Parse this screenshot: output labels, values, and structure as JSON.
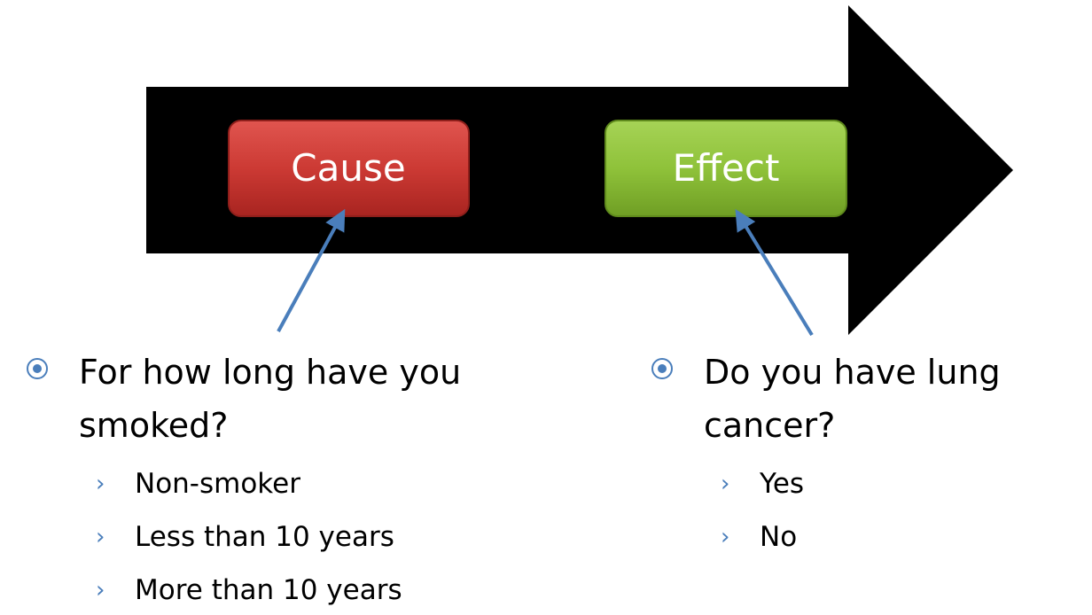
{
  "diagram": {
    "cause_label": "Cause",
    "effect_label": "Effect",
    "colors": {
      "arrow": "#000000",
      "cause_box": "#c0302b",
      "effect_box": "#86b92e",
      "pointer": "#4a7ebb"
    }
  },
  "cause_question": {
    "text": "For how long have you smoked?",
    "options": [
      "Non-smoker",
      "Less than 10 years",
      "More than 10 years"
    ]
  },
  "effect_question": {
    "text": "Do you have lung cancer?",
    "options": [
      "Yes",
      "No"
    ]
  },
  "icons": {
    "bullet": "target-bullet-icon",
    "sub_bullet": "chevron-right-icon"
  }
}
